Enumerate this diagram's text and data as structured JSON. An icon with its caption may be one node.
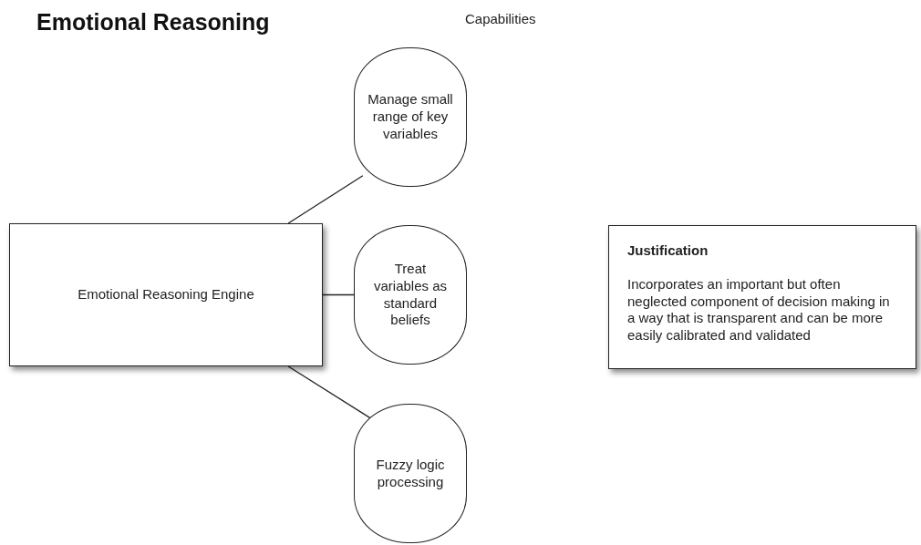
{
  "diagram": {
    "title": "Emotional Reasoning",
    "nodes": [
      {
        "text": [
          "Emotional Reasoning Engine"
        ]
      },
      {
        "text": [
          "Manage small range of key variables"
        ]
      },
      {
        "text": [
          "Treat variables as standard beliefs"
        ]
      },
      {
        "text": [
          "Fuzzy logic processing"
        ]
      },
      {
        "text": [
          "Justification",
          "Incorporates an important but often neglected component of decision making in a way that is transparent and can be more easily calibrated and validated"
        ]
      }
    ],
    "edges": [
      {
        "from": 0,
        "to": 1,
        "arrow": "none"
      },
      {
        "from": 0,
        "to": 2,
        "arrow": "none"
      },
      {
        "from": 0,
        "to": 3,
        "arrow": "none"
      }
    ],
    "labels": [
      "Capabilities"
    ]
  }
}
